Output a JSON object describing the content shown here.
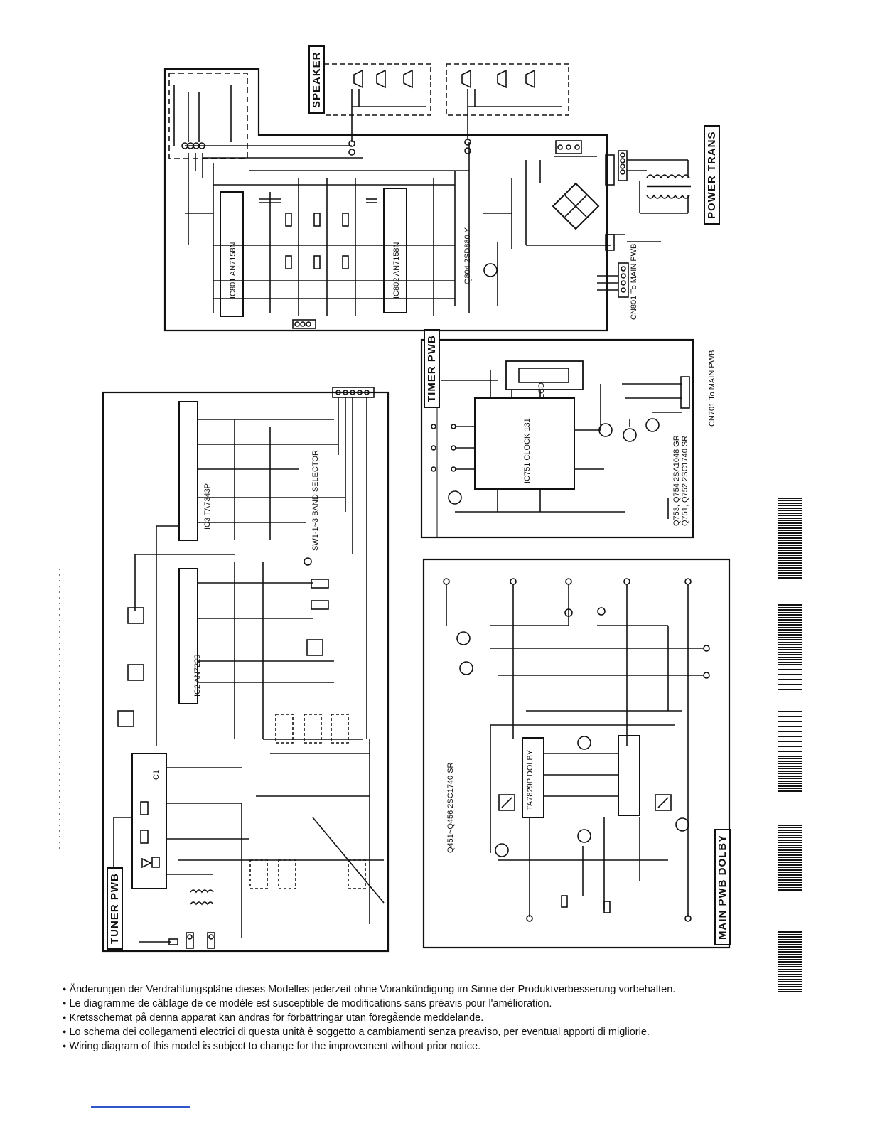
{
  "sections": {
    "speaker": "SPEAKER",
    "power_trans": "POWER TRANS",
    "timer_pwb": "TIMER PWB",
    "tuner_pwb": "TUNER PWB",
    "main_pwb_dolby": "MAIN PWB DOLBY"
  },
  "component_labels": {
    "ic801": "IC801 AN7158N",
    "ic802": "IC802 AN7158N",
    "q804": "Q804 2SD880 Y",
    "ic751": "IC751 CLOCK 131",
    "lcd": "LCD",
    "timer_transistors_1": "Q751, Q752 2SC1740 SR",
    "timer_transistors_2": "Q753, Q754 2SA1048 GR",
    "tuner_ic3": "IC3 TA7343P",
    "tuner_ic2": "IC2 AN7229",
    "tuner_ic1": "IC1",
    "band_selector": "SW1-1~3 BAND SELECTOR",
    "dolby_ic": "TA7829P DOLBY",
    "dolby_transistors": "Q451~Q456 2SC1740 SR",
    "cn_main": "CN701 To MAIN PWB",
    "cn_main_2": "CN801 To MAIN PWB"
  },
  "notes": [
    "Änderungen der Verdrahtungspläne dieses Modelles jederzeit ohne Vorankündigung im Sinne der Produktverbesserung vorbehalten.",
    "Le diagramme de câblage de ce modèle est susceptible de modifications sans préavis pour l'amélioration.",
    "Kretsschemat på denna apparat kan ändras för förbättringar utan föregående meddelande.",
    "Lo schema dei collegamenti electrici di questa unità è soggetto a cambiamenti senza preaviso, per eventual apporti di migliorie.",
    "Wiring diagram of this model is subject to change for the improvement without prior notice."
  ]
}
